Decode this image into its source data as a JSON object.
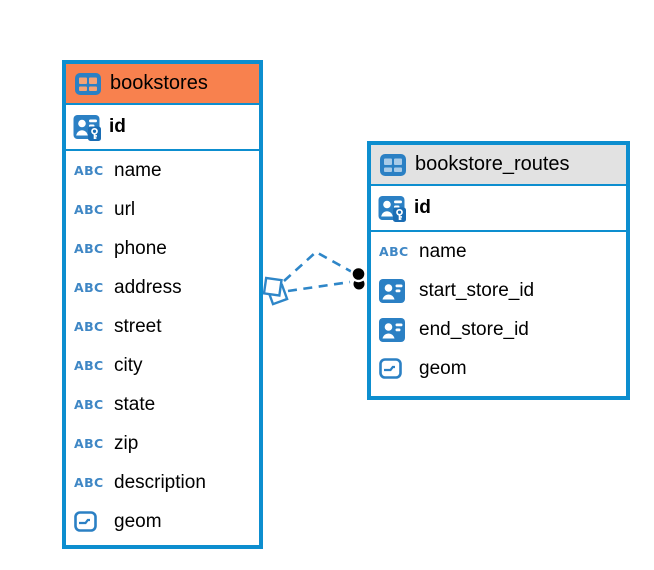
{
  "diagram": {
    "colors": {
      "canvas_bg": "#ffffff",
      "table_border_blue": "#0d8ecf",
      "icon_blue": "#2b80c4",
      "abc_icon_blue": "#3f87c5",
      "connector_blue": "#2e86c8",
      "bookstores_header_orange": "#f8814e",
      "routes_header_gray": "#e2e2e2",
      "row_text": "#000000"
    },
    "tables": [
      {
        "name": "bookstores",
        "header_bg": "#f8814e",
        "icon_cell_color": "#f5a274",
        "pk_name": "id",
        "columns": [
          {
            "name": "name",
            "type_icon": "text"
          },
          {
            "name": "url",
            "type_icon": "text"
          },
          {
            "name": "phone",
            "type_icon": "text"
          },
          {
            "name": "address",
            "type_icon": "text"
          },
          {
            "name": "street",
            "type_icon": "text"
          },
          {
            "name": "city",
            "type_icon": "text"
          },
          {
            "name": "state",
            "type_icon": "text"
          },
          {
            "name": "zip",
            "type_icon": "text"
          },
          {
            "name": "description",
            "type_icon": "text"
          },
          {
            "name": "geom",
            "type_icon": "geometry"
          }
        ]
      },
      {
        "name": "bookstore_routes",
        "header_bg": "#e2e2e2",
        "icon_cell_color": "#a9cbe8",
        "pk_name": "id",
        "columns": [
          {
            "name": "name",
            "type_icon": "text"
          },
          {
            "name": "start_store_id",
            "type_icon": "reference"
          },
          {
            "name": "end_store_id",
            "type_icon": "reference"
          },
          {
            "name": "geom",
            "type_icon": "geometry"
          }
        ]
      }
    ],
    "relationships": [
      {
        "from_table": "bookstore_routes",
        "from_column": "start_store_id",
        "to_table": "bookstores",
        "to_column": "id"
      },
      {
        "from_table": "bookstore_routes",
        "from_column": "end_store_id",
        "to_table": "bookstores",
        "to_column": "id"
      }
    ]
  }
}
